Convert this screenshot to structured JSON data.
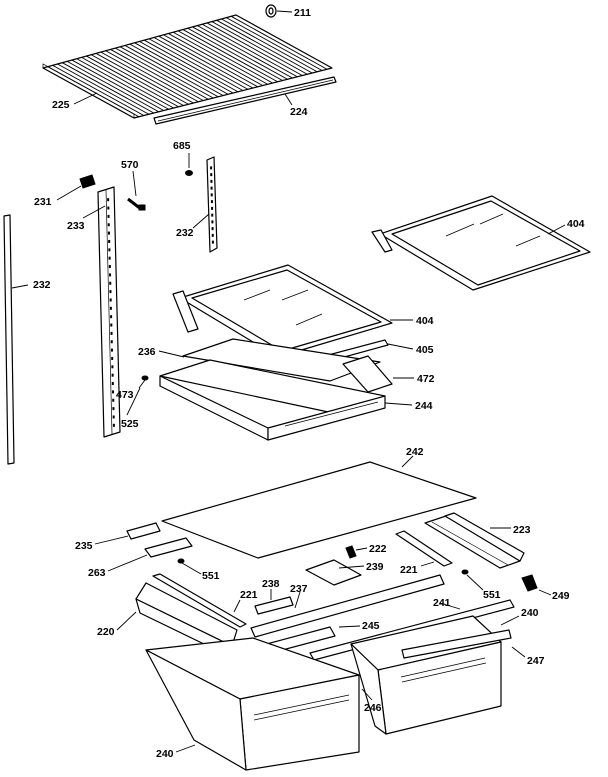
{
  "callouts": {
    "c211": "211",
    "c225": "225",
    "c224": "224",
    "c685": "685",
    "c570": "570",
    "c231": "231",
    "c233": "233",
    "c232a": "232",
    "c232b": "232",
    "c404a": "404",
    "c404b": "404",
    "c405": "405",
    "c236": "236",
    "c472": "472",
    "c473": "473",
    "c525": "525",
    "c244": "244",
    "c242": "242",
    "c235": "235",
    "c223": "223",
    "c222": "222",
    "c263": "263",
    "c239": "239",
    "c221a": "221",
    "c551a": "551",
    "c238": "238",
    "c237": "237",
    "c249": "249",
    "c551b": "551",
    "c221b": "221",
    "c220": "220",
    "c241": "241",
    "c240a": "240",
    "c245": "245",
    "c247": "247",
    "c246": "246",
    "c240b": "240"
  }
}
